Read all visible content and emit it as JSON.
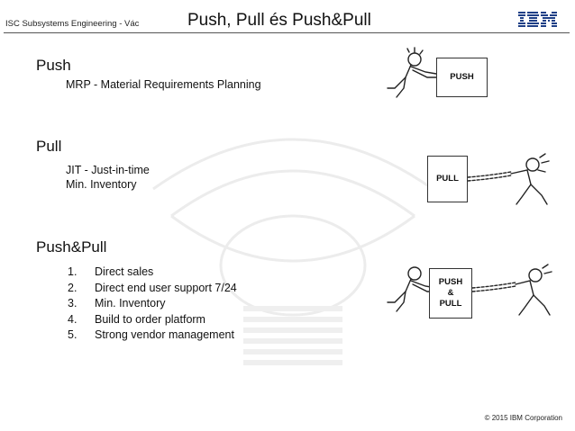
{
  "header": {
    "left_text": "ISC Subsystems Engineering - Vác",
    "title": "Push, Pull és Push&Pull",
    "logo_text": "IBM"
  },
  "sections": {
    "push": {
      "title": "Push",
      "items": [
        "MRP - Material Requirements Planning"
      ],
      "box_label": "PUSH"
    },
    "pull": {
      "title": "Pull",
      "items": [
        "JIT - Just-in-time",
        "Min. Inventory"
      ],
      "box_label": "PULL"
    },
    "pushpull": {
      "title": "Push&Pull",
      "items": [
        {
          "num": "1.",
          "text": "Direct sales"
        },
        {
          "num": "2.",
          "text": "Direct end user support 7/24"
        },
        {
          "num": "3.",
          "text": "Min. Inventory"
        },
        {
          "num": "4.",
          "text": "Build to order platform"
        },
        {
          "num": "5.",
          "text": "Strong vendor management"
        }
      ],
      "box_label_lines": [
        "PUSH",
        "&",
        "PULL"
      ]
    }
  },
  "footer": {
    "copyright": "© 2015 IBM Corporation"
  }
}
